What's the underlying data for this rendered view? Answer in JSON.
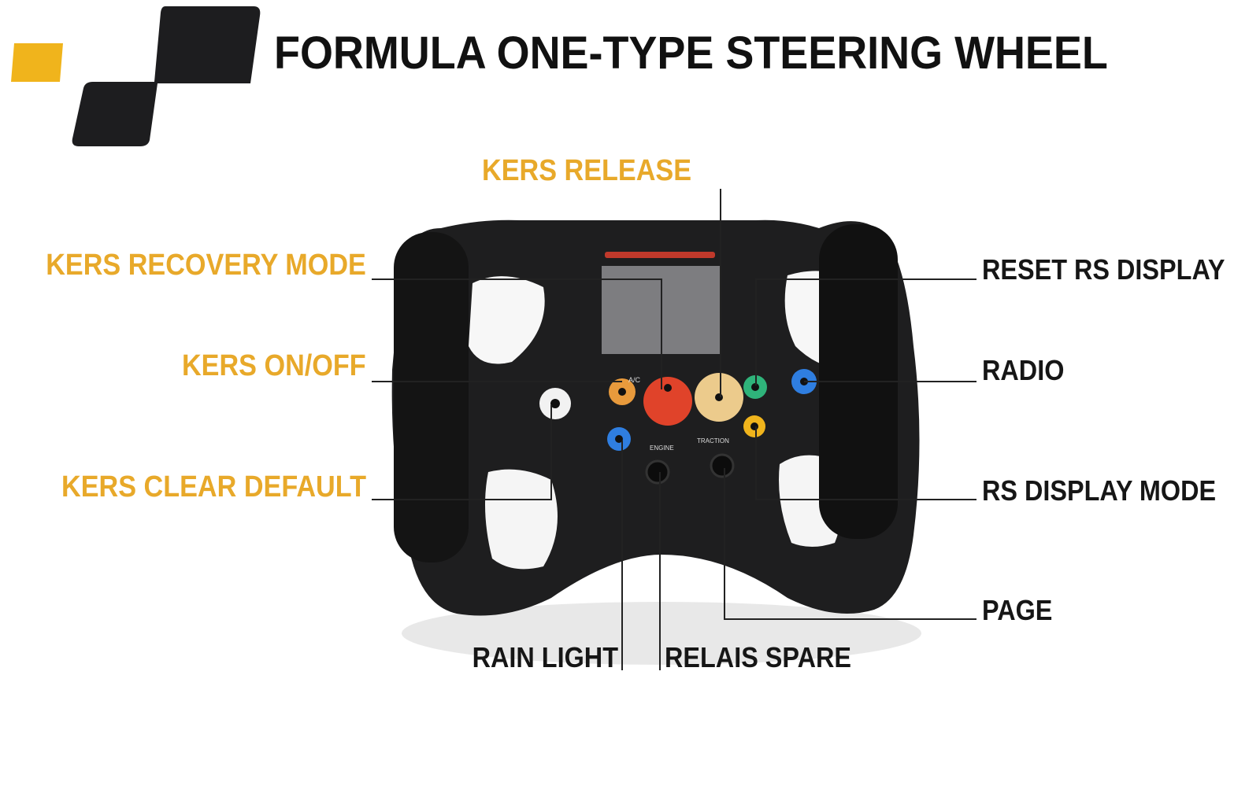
{
  "title": "FORMULA ONE-TYPE STEERING WHEEL",
  "colors": {
    "accent": "#f0b41c",
    "logo_dark": "#1d1d1f",
    "label_orange": "#e8a92a",
    "label_dark": "#161616"
  },
  "labels": {
    "kers_release": "KERS RELEASE",
    "kers_recovery_mode": "KERS RECOVERY MODE",
    "kers_on_off": "KERS ON/OFF",
    "kers_clear_default": "KERS CLEAR DEFAULT",
    "reset_rs_display": "RESET RS DISPLAY",
    "radio": "RADIO",
    "rs_display_mode": "RS DISPLAY MODE",
    "page": "PAGE",
    "rain_light": "RAIN LIGHT",
    "relais_spare": "RELAIS SPARE"
  },
  "wheel_markings": {
    "ac": "A/C",
    "engine": "ENGINE",
    "traction": "TRACTION"
  }
}
